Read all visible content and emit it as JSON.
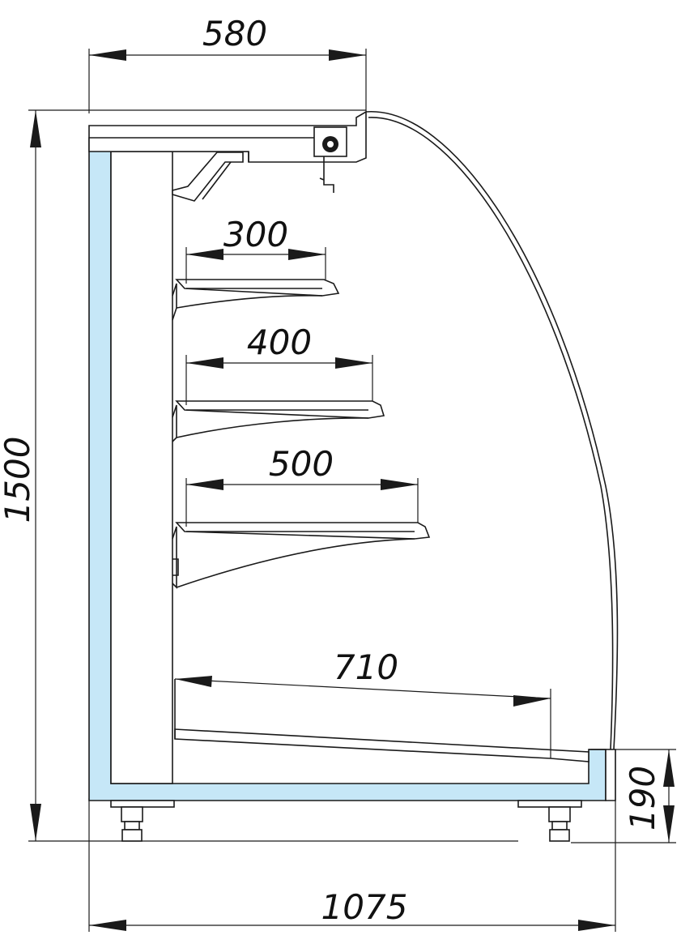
{
  "drawing": {
    "colors": {
      "insulation": "#c6e7f7",
      "stroke": "#1a1a1a",
      "background": "#ffffff"
    },
    "dimensions": {
      "top_width": "580",
      "total_height": "1500",
      "shelf_1_depth": "300",
      "shelf_2_depth": "400",
      "shelf_3_depth": "500",
      "base_shelf_depth": "710",
      "base_height": "190",
      "total_depth": "1075"
    }
  }
}
